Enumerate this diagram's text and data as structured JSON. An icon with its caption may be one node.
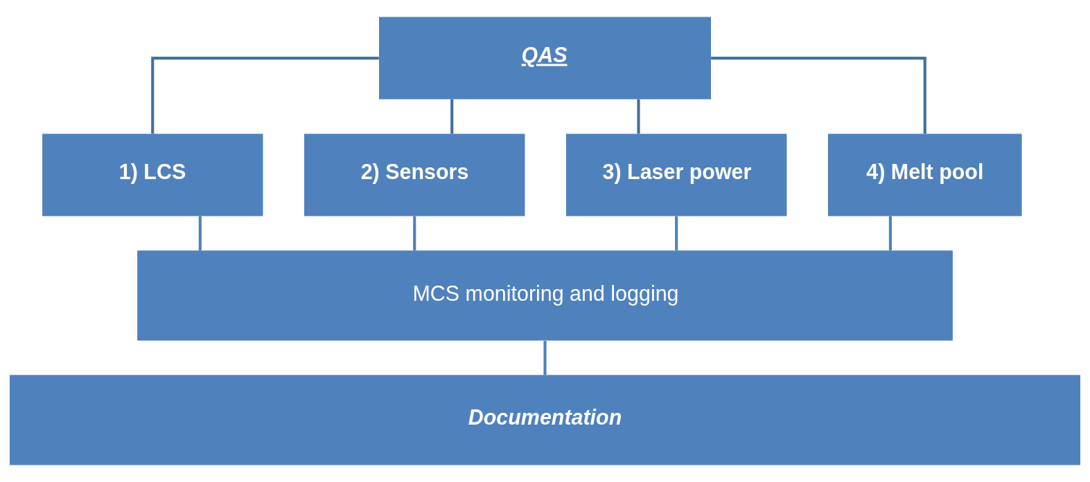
{
  "diagram": {
    "nodes": [
      {
        "text": [
          "QAS"
        ]
      },
      {
        "text": [
          "1) LCS"
        ]
      },
      {
        "text": [
          "2) Sensors"
        ]
      },
      {
        "text": [
          "3) Laser power"
        ]
      },
      {
        "text": [
          "4) Melt pool"
        ]
      },
      {
        "text": [
          "MCS monitoring and logging"
        ]
      },
      {
        "text": [
          "Documentation"
        ]
      }
    ],
    "edges": [
      {
        "from": 0,
        "to": 1,
        "arrow": "none",
        "color": "#41719c"
      },
      {
        "from": 0,
        "to": 2,
        "arrow": "none",
        "color": "#41719c"
      },
      {
        "from": 0,
        "to": 3,
        "arrow": "none",
        "color": "#41719c"
      },
      {
        "from": 0,
        "to": 4,
        "arrow": "none",
        "color": "#41719c"
      },
      {
        "from": 1,
        "to": 5,
        "arrow": "none"
      },
      {
        "from": 2,
        "to": 5,
        "arrow": "none"
      },
      {
        "from": 3,
        "to": 5,
        "arrow": "none"
      },
      {
        "from": 4,
        "to": 5,
        "arrow": "none"
      },
      {
        "from": 5,
        "to": 6,
        "arrow": "none"
      }
    ]
  }
}
